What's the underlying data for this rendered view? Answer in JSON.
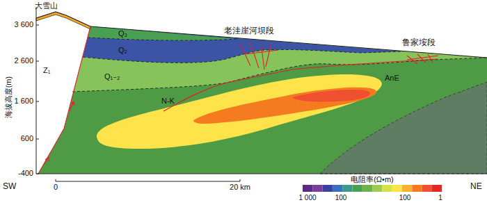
{
  "diagram": {
    "labels": [
      "大雪山",
      "3 600",
      "2 600",
      "1 600",
      "600",
      "-400",
      "海拔高度(m)",
      "Q₃",
      "Q₂",
      "Q₁₋₂",
      "Z₁",
      "N-K",
      "AnE",
      "老洼崖河坝段",
      "鲁家垵段",
      "SW",
      "0",
      "20 km",
      "NE",
      "电阻率(Ω•m)",
      "1 000",
      "100",
      "100",
      "1"
    ]
  }
}
